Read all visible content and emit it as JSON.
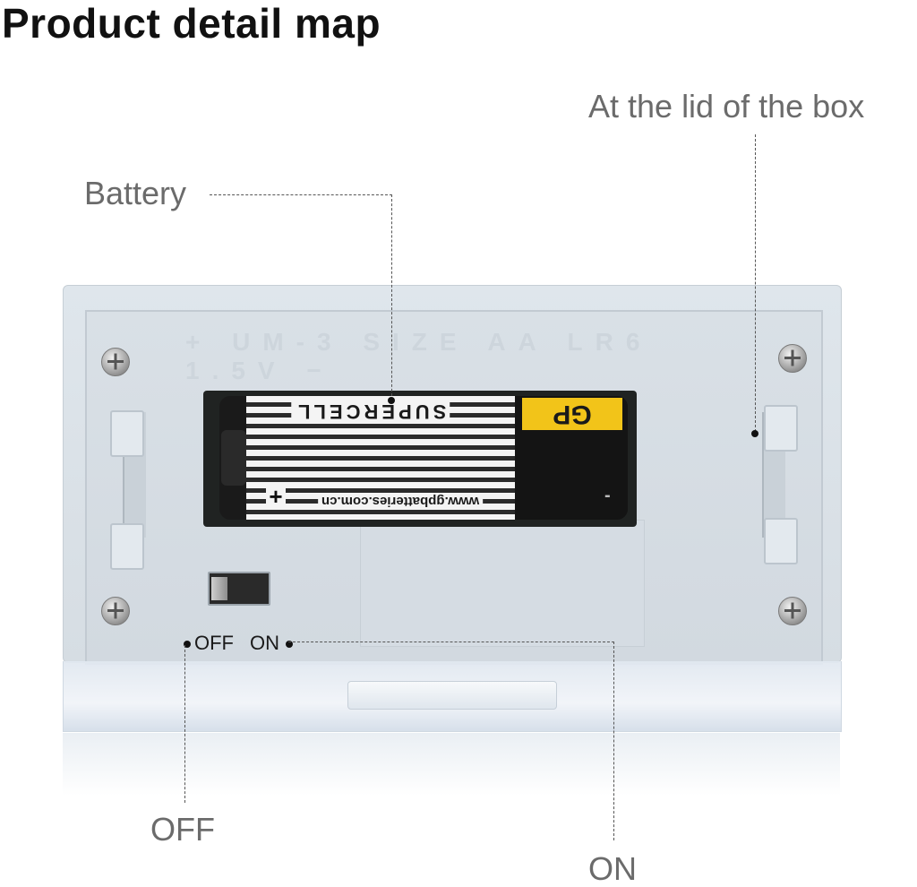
{
  "title": "Product detail map",
  "callouts": {
    "battery": "Battery",
    "lid": "At the lid of the box",
    "off": "OFF",
    "on": "ON"
  },
  "panel": {
    "off_label": "OFF",
    "on_label": "ON",
    "embossed_text": "+ UM-3 SIZE AA LR6 1.5V −"
  },
  "battery_markings": {
    "brand": "GP",
    "name": "SUPERCELL",
    "website": "www.gpbatteries.com.cn",
    "plus": "+",
    "minus": "-"
  },
  "colors": {
    "title": "#111111",
    "callout_text": "#6b6b6b",
    "panel": "#d9e0e6",
    "battery_label": "#f2c419"
  }
}
